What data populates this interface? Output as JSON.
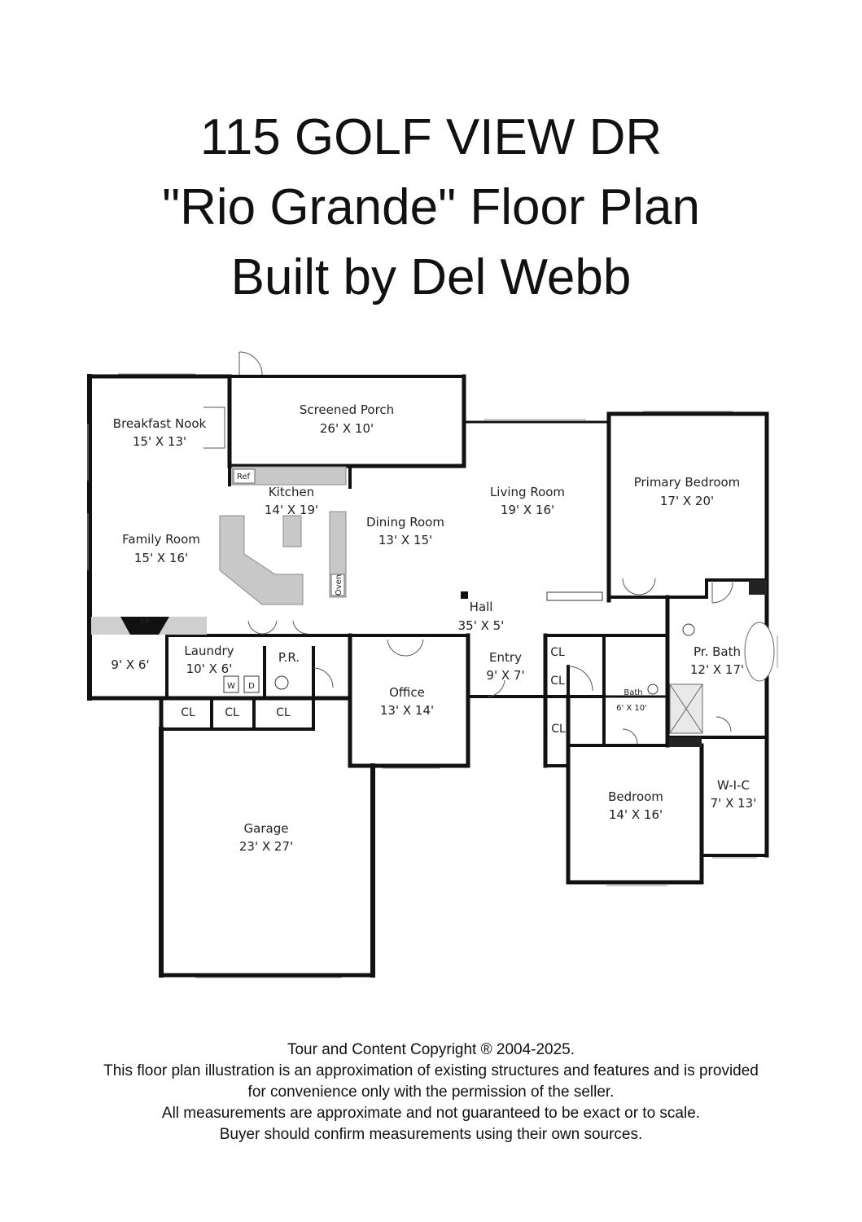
{
  "header": {
    "line1": "115 GOLF VIEW DR",
    "line2": "\"Rio Grande\" Floor Plan",
    "line3": "Built by Del Webb"
  },
  "rooms": {
    "breakfast_nook": {
      "name": "Breakfast Nook",
      "size": "15' X 13'"
    },
    "screened_porch": {
      "name": "Screened Porch",
      "size": "26' X 10'"
    },
    "kitchen": {
      "name": "Kitchen",
      "size": "14' X 19'"
    },
    "family_room": {
      "name": "Family Room",
      "size": "15' X 16'"
    },
    "dining_room": {
      "name": "Dining Room",
      "size": "13' X 15'"
    },
    "living_room": {
      "name": "Living Room",
      "size": "19' X 16'"
    },
    "primary_bedroom": {
      "name": "Primary Bedroom",
      "size": "17' X 20'"
    },
    "hall": {
      "name": "Hall",
      "size": "35' X 5'"
    },
    "storage": {
      "size": "9' X 6'"
    },
    "laundry": {
      "name": "Laundry",
      "size": "10' X 6'"
    },
    "powder_room": {
      "name": "P.R."
    },
    "office": {
      "name": "Office",
      "size": "13' X 14'"
    },
    "entry": {
      "name": "Entry",
      "size": "9' X 7'"
    },
    "bath": {
      "name": "Bath",
      "size": "6' X 10'"
    },
    "primary_bath": {
      "name": "Pr. Bath",
      "size": "12' X 17'"
    },
    "bedroom": {
      "name": "Bedroom",
      "size": "14' X 16'"
    },
    "wic": {
      "name": "W-I-C",
      "size": "7' X 13'"
    },
    "garage": {
      "name": "Garage",
      "size": "23' X 27'"
    }
  },
  "fixtures": {
    "closet": "CL",
    "fireplace": "FP",
    "refrigerator": "Ref",
    "washer": "W",
    "dryer": "D",
    "oven": "Oven"
  },
  "footer": {
    "line1": "Tour and Content Copyright ® 2004-2025.",
    "line2": "This floor plan illustration is an approximation of existing structures and features and is provided",
    "line3": "for convenience only with the permission of the seller.",
    "line4": "All measurements are approximate and not guaranteed to be exact or to scale.",
    "line5": "Buyer should confirm measurements using their own sources."
  }
}
